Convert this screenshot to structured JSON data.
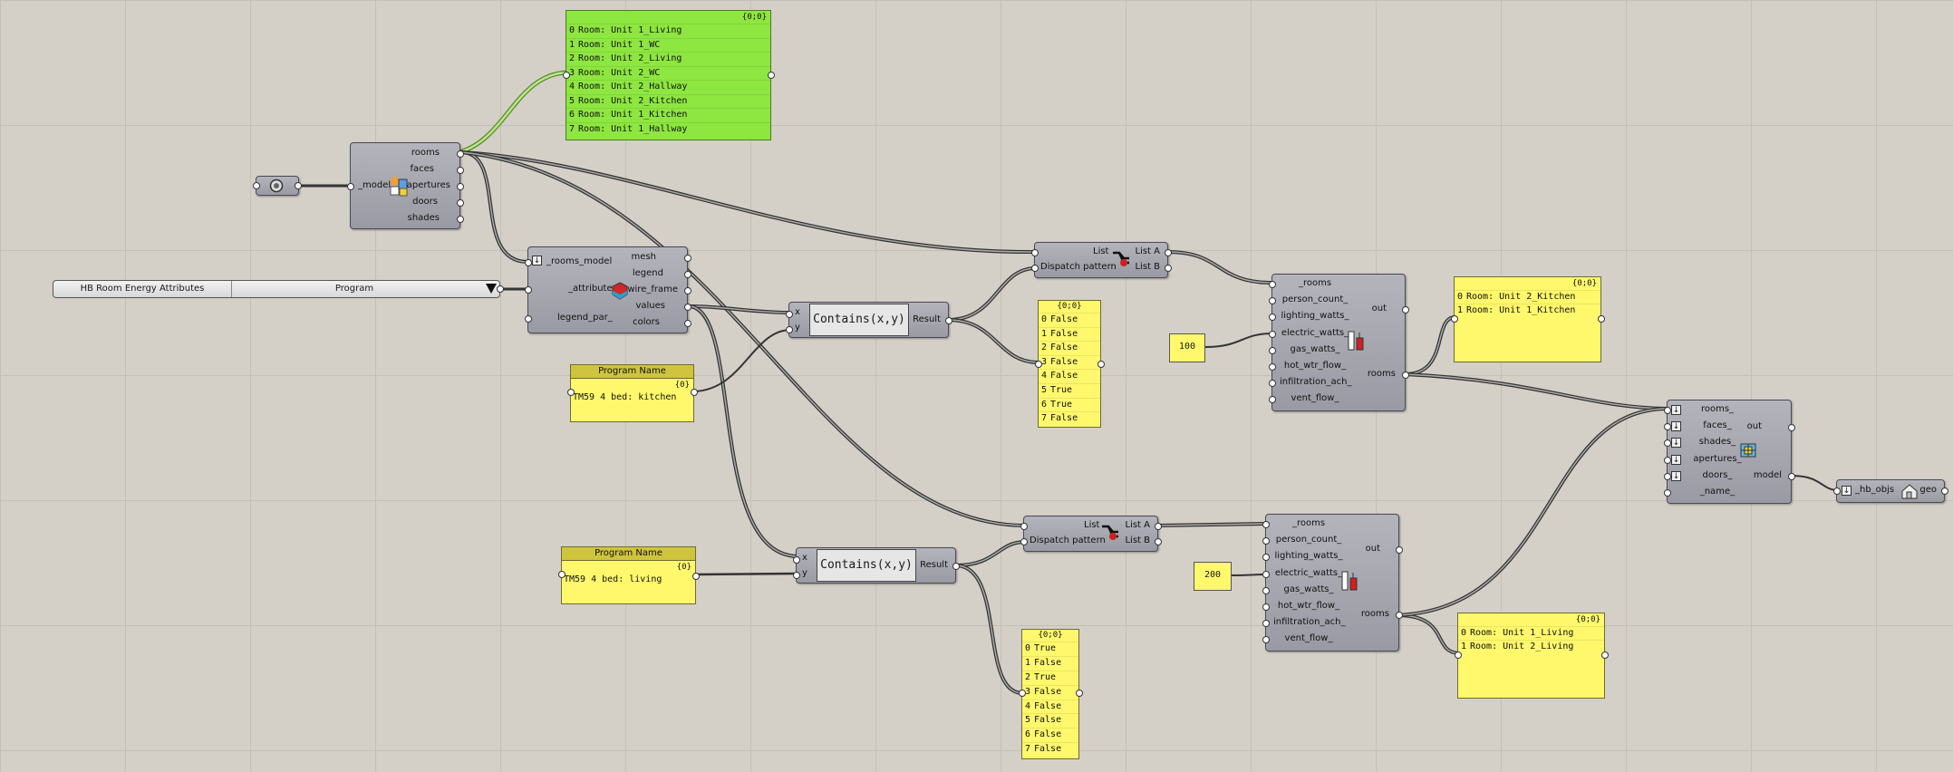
{
  "model_param": {
    "icon": "hb-model-param-icon"
  },
  "deconstruct_model": {
    "input": "_model",
    "outputs": [
      "rooms",
      "faces",
      "apertures",
      "doors",
      "shades"
    ],
    "icon": "hb-deconstruct-model-icon"
  },
  "top_panel": {
    "header": "{0;0}",
    "rows": [
      {
        "i": "0",
        "t": "Room: Unit 1_Living"
      },
      {
        "i": "1",
        "t": "Room: Unit 1_WC"
      },
      {
        "i": "2",
        "t": "Room: Unit 2_Living"
      },
      {
        "i": "3",
        "t": "Room: Unit 2_WC"
      },
      {
        "i": "4",
        "t": "Room: Unit 2_Hallway"
      },
      {
        "i": "5",
        "t": "Room: Unit 2_Kitchen"
      },
      {
        "i": "6",
        "t": "Room: Unit 1_Kitchen"
      },
      {
        "i": "7",
        "t": "Room: Unit 1_Hallway"
      }
    ]
  },
  "value_list": {
    "left": "HB Room Energy Attributes",
    "right": "Program"
  },
  "color_attr": {
    "inputs": [
      "_rooms_model",
      "_attribute",
      "legend_par_"
    ],
    "outputs": [
      "mesh",
      "legend",
      "wire_frame",
      "values",
      "colors"
    ],
    "icon": "hb-color-room-attr-icon"
  },
  "program_kitchen": {
    "title": "Program Name",
    "header": "{0}",
    "text": "TM59 4 bed: kitchen"
  },
  "program_living": {
    "title": "Program Name",
    "header": "{0}",
    "text": "TM59 4 bed: living"
  },
  "contains_top": {
    "in_x": "x",
    "in_y": "y",
    "label": "Contains(x,y)",
    "out": "Result"
  },
  "contains_bottom": {
    "in_x": "x",
    "in_y": "y",
    "label": "Contains(x,y)",
    "out": "Result"
  },
  "bool_panel_top": {
    "header": "{0;0}",
    "rows": [
      {
        "i": "0",
        "t": "False"
      },
      {
        "i": "1",
        "t": "False"
      },
      {
        "i": "2",
        "t": "False"
      },
      {
        "i": "3",
        "t": "False"
      },
      {
        "i": "4",
        "t": "False"
      },
      {
        "i": "5",
        "t": "True"
      },
      {
        "i": "6",
        "t": "True"
      },
      {
        "i": "7",
        "t": "False"
      }
    ]
  },
  "bool_panel_bottom": {
    "header": "{0;0}",
    "rows": [
      {
        "i": "0",
        "t": "True"
      },
      {
        "i": "1",
        "t": "False"
      },
      {
        "i": "2",
        "t": "True"
      },
      {
        "i": "3",
        "t": "False"
      },
      {
        "i": "4",
        "t": "False"
      },
      {
        "i": "5",
        "t": "False"
      },
      {
        "i": "6",
        "t": "False"
      },
      {
        "i": "7",
        "t": "False"
      }
    ]
  },
  "dispatch_top": {
    "inputs": [
      "List",
      "Dispatch pattern"
    ],
    "outputs": [
      "List A",
      "List B"
    ],
    "icon": "dispatch-icon"
  },
  "dispatch_bottom": {
    "inputs": [
      "List",
      "Dispatch pattern"
    ],
    "outputs": [
      "List A",
      "List B"
    ],
    "icon": "dispatch-icon"
  },
  "slider_top": {
    "value": "100"
  },
  "slider_bottom": {
    "value": "200"
  },
  "loads_top": {
    "inputs": [
      "_rooms",
      "person_count_",
      "lighting_watts_",
      "electric_watts_",
      "gas_watts_",
      "hot_wtr_flow_",
      "infiltration_ach_",
      "vent_flow_"
    ],
    "outputs": [
      "out",
      "rooms"
    ],
    "icon": "hb-apply-loads-icon"
  },
  "loads_bottom": {
    "inputs": [
      "_rooms",
      "person_count_",
      "lighting_watts_",
      "electric_watts_",
      "gas_watts_",
      "hot_wtr_flow_",
      "infiltration_ach_",
      "vent_flow_"
    ],
    "outputs": [
      "out",
      "rooms"
    ],
    "icon": "hb-apply-loads-icon"
  },
  "kitchen_result": {
    "header": "{0;0}",
    "rows": [
      {
        "i": "0",
        "t": "Room: Unit 2_Kitchen"
      },
      {
        "i": "1",
        "t": "Room: Unit 1_Kitchen"
      }
    ]
  },
  "living_result": {
    "header": "{0;0}",
    "rows": [
      {
        "i": "0",
        "t": "Room: Unit 1_Living"
      },
      {
        "i": "1",
        "t": "Room: Unit 2_Living"
      }
    ]
  },
  "hb_model": {
    "inputs": [
      "rooms_",
      "faces_",
      "shades_",
      "apertures_",
      "doors_",
      "_name_"
    ],
    "outputs": [
      "out",
      "model"
    ],
    "icon": "hb-model-icon"
  },
  "visualize": {
    "input": "_hb_objs",
    "output": "geo",
    "icon": "hb-visualize-icon"
  }
}
